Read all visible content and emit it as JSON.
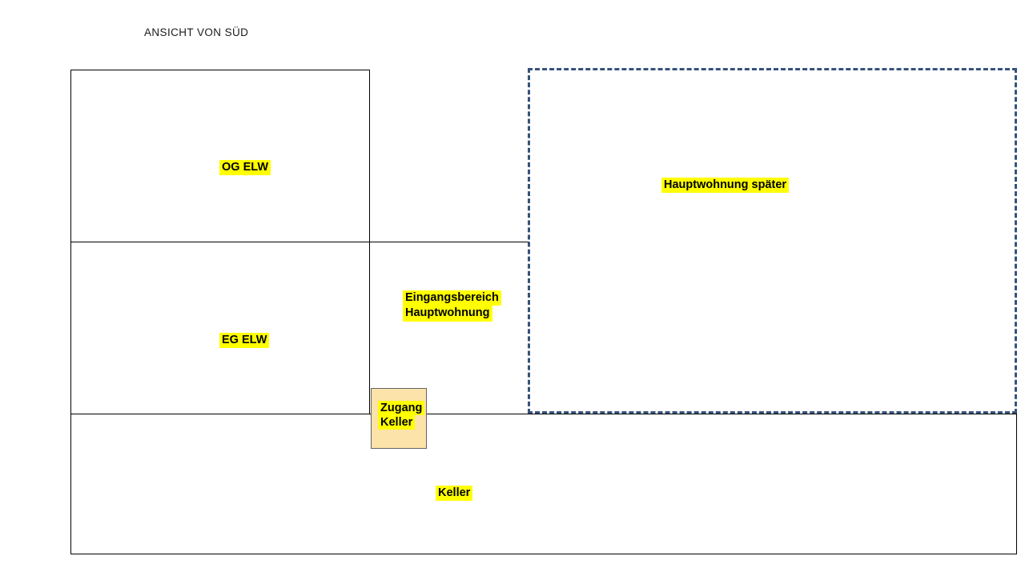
{
  "title": "ANSICHT VON SÜD",
  "colors": {
    "background": "#FFFFFF",
    "outline_black": "#000000",
    "highlight_yellow": "#FFFF00",
    "dashed_blue": "#36527C",
    "tan_fill": "#FBE3A9",
    "tan_border": "#646464"
  },
  "areas": {
    "og_elw": {
      "label": "OG ELW"
    },
    "eg_elw": {
      "label": "EG ELW"
    },
    "hauptwohnung_spaeter": {
      "label": "Hauptwohnung später"
    },
    "eingangsbereich": {
      "label_line1": "Eingangsbereich",
      "label_line2": "Hauptwohnung"
    },
    "zugang_keller": {
      "label_line1": "Zugang",
      "label_line2": "Keller"
    },
    "keller": {
      "label": "Keller"
    }
  }
}
